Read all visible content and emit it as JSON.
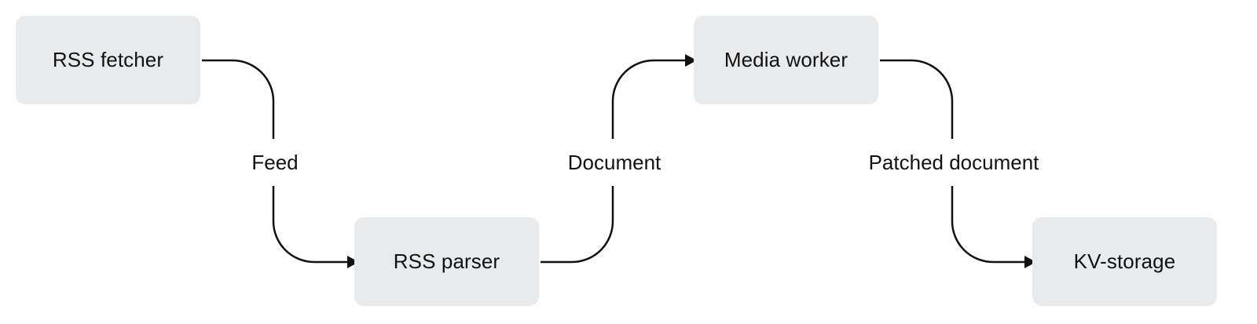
{
  "diagram": {
    "nodes": {
      "rss_fetcher": "RSS fetcher",
      "rss_parser": "RSS parser",
      "media_worker": "Media worker",
      "kv_storage": "KV-storage"
    },
    "edges": {
      "feed": "Feed",
      "document": "Document",
      "patched_document": "Patched document"
    },
    "colors": {
      "node_fill": "#e8eaec",
      "line": "#111111",
      "background": "#ffffff"
    }
  }
}
